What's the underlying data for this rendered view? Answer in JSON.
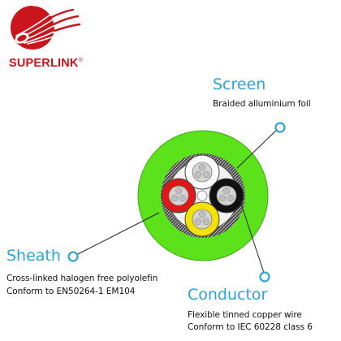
{
  "brand": {
    "name": "SUPERLINK",
    "mark": "®",
    "color": "#c9151b"
  },
  "colors": {
    "accent": "#2aa4dc",
    "sheath": "#5ce21a",
    "core_red": "#e11717",
    "core_yellow": "#f6e200",
    "core_black": "#111111",
    "core_white": "#ffffff"
  },
  "labels": {
    "screen": {
      "title": "Screen",
      "desc": "Braided alluminium foil"
    },
    "sheath": {
      "title": "Sheath",
      "desc_line1": "Cross-linked halogen free polyolefin",
      "desc_line2": "Conform to EN50264-1 EM104"
    },
    "conductor": {
      "title": "Conductor",
      "desc_line1": "Flexible tinned copper wire",
      "desc_line2": "Conform to IEC 60228 class 6"
    }
  },
  "icons": [
    "superlink-logo-icon",
    "callout-ring-icon"
  ]
}
